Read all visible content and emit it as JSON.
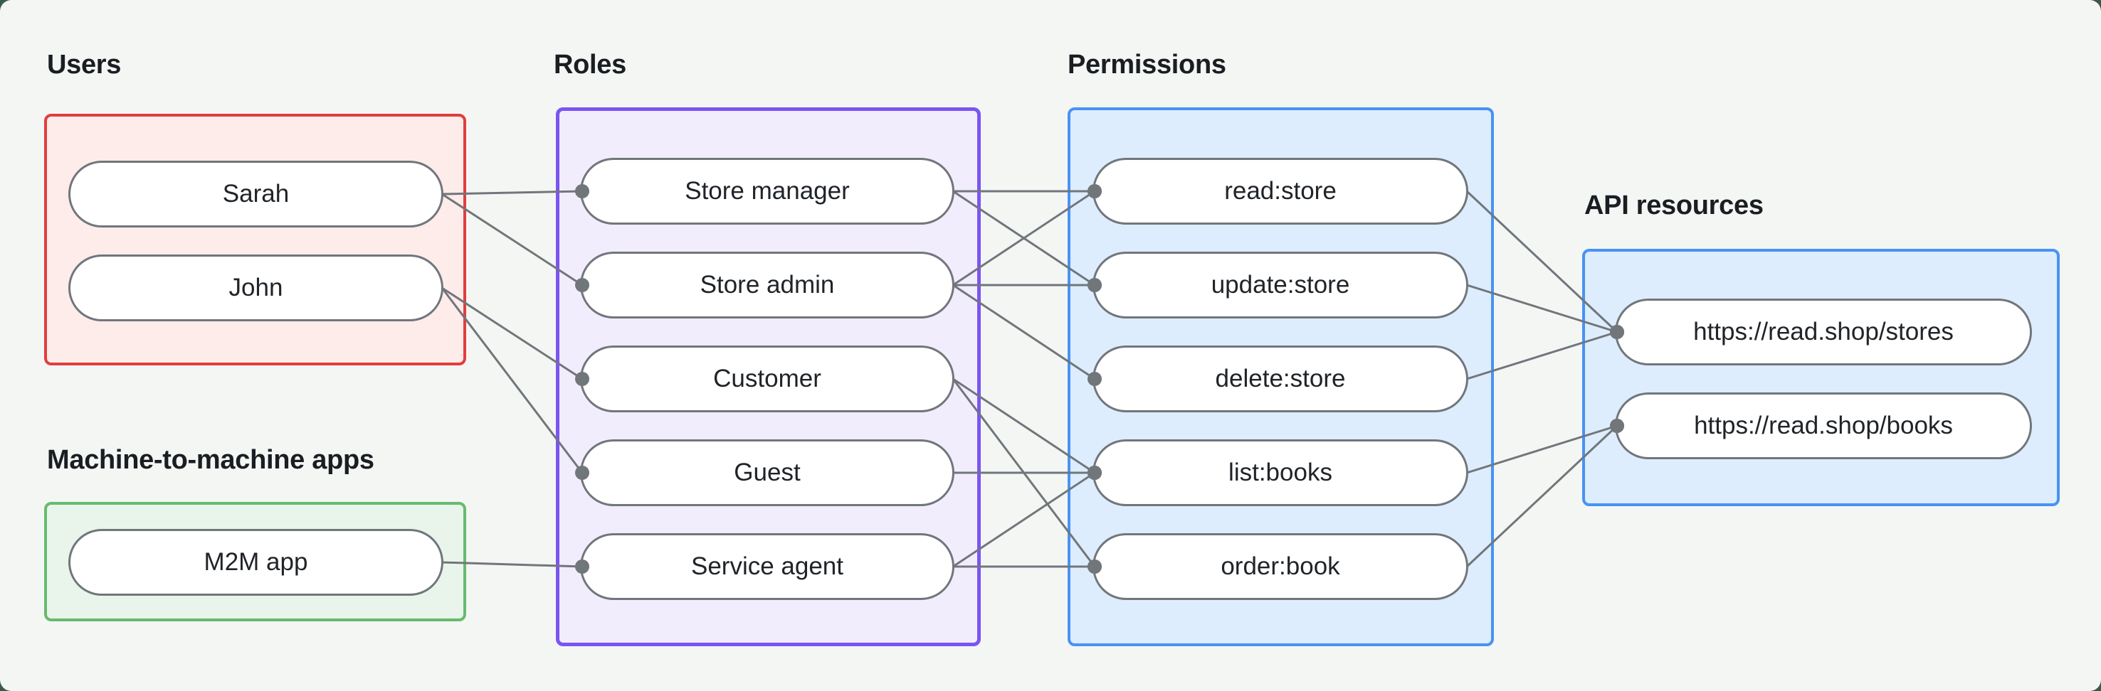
{
  "diagram": {
    "groups": {
      "users": {
        "title": "Users",
        "items": [
          {
            "id": "user-sarah",
            "label": "Sarah"
          },
          {
            "id": "user-john",
            "label": "John"
          }
        ]
      },
      "m2m": {
        "title": "Machine-to-machine apps",
        "items": [
          {
            "id": "app-m2m",
            "label": "M2M app"
          }
        ]
      },
      "roles": {
        "title": "Roles",
        "items": [
          {
            "id": "role-store-manager",
            "label": "Store manager"
          },
          {
            "id": "role-store-admin",
            "label": "Store admin"
          },
          {
            "id": "role-customer",
            "label": "Customer"
          },
          {
            "id": "role-guest",
            "label": "Guest"
          },
          {
            "id": "role-service-agent",
            "label": "Service agent"
          }
        ]
      },
      "permissions": {
        "title": "Permissions",
        "items": [
          {
            "id": "perm-read-store",
            "label": "read:store"
          },
          {
            "id": "perm-update-store",
            "label": "update:store"
          },
          {
            "id": "perm-delete-store",
            "label": "delete:store"
          },
          {
            "id": "perm-list-books",
            "label": "list:books"
          },
          {
            "id": "perm-order-book",
            "label": "order:book"
          }
        ]
      },
      "api_resources": {
        "title": "API resources",
        "items": [
          {
            "id": "api-stores",
            "label": "https://read.shop/stores"
          },
          {
            "id": "api-books",
            "label": "https://read.shop/books"
          }
        ]
      }
    },
    "edges": [
      {
        "from": "user-sarah",
        "to": "role-store-manager"
      },
      {
        "from": "user-sarah",
        "to": "role-store-admin"
      },
      {
        "from": "user-john",
        "to": "role-customer"
      },
      {
        "from": "user-john",
        "to": "role-guest"
      },
      {
        "from": "app-m2m",
        "to": "role-service-agent"
      },
      {
        "from": "role-store-manager",
        "to": "perm-read-store"
      },
      {
        "from": "role-store-manager",
        "to": "perm-update-store"
      },
      {
        "from": "role-store-admin",
        "to": "perm-read-store"
      },
      {
        "from": "role-store-admin",
        "to": "perm-update-store"
      },
      {
        "from": "role-store-admin",
        "to": "perm-delete-store"
      },
      {
        "from": "role-customer",
        "to": "perm-list-books"
      },
      {
        "from": "role-customer",
        "to": "perm-order-book"
      },
      {
        "from": "role-guest",
        "to": "perm-list-books"
      },
      {
        "from": "role-service-agent",
        "to": "perm-list-books"
      },
      {
        "from": "role-service-agent",
        "to": "perm-order-book"
      },
      {
        "from": "perm-read-store",
        "to": "api-stores"
      },
      {
        "from": "perm-update-store",
        "to": "api-stores"
      },
      {
        "from": "perm-delete-store",
        "to": "api-stores"
      },
      {
        "from": "perm-list-books",
        "to": "api-books"
      },
      {
        "from": "perm-order-book",
        "to": "api-books"
      }
    ],
    "colors": {
      "users_border": "#e23d3d",
      "users_fill": "#fdecea",
      "m2m_border": "#66bb6f",
      "m2m_fill": "#e9f5ea",
      "roles_border": "#7a55f3",
      "roles_fill": "#f2edfd",
      "permissions_border": "#4793f5",
      "permissions_fill": "#ddedfd",
      "api_border": "#4793f5",
      "api_fill": "#ddedfd",
      "node_border": "#71767b",
      "edge_line": "#71767b",
      "edge_dot": "#71767b"
    }
  }
}
